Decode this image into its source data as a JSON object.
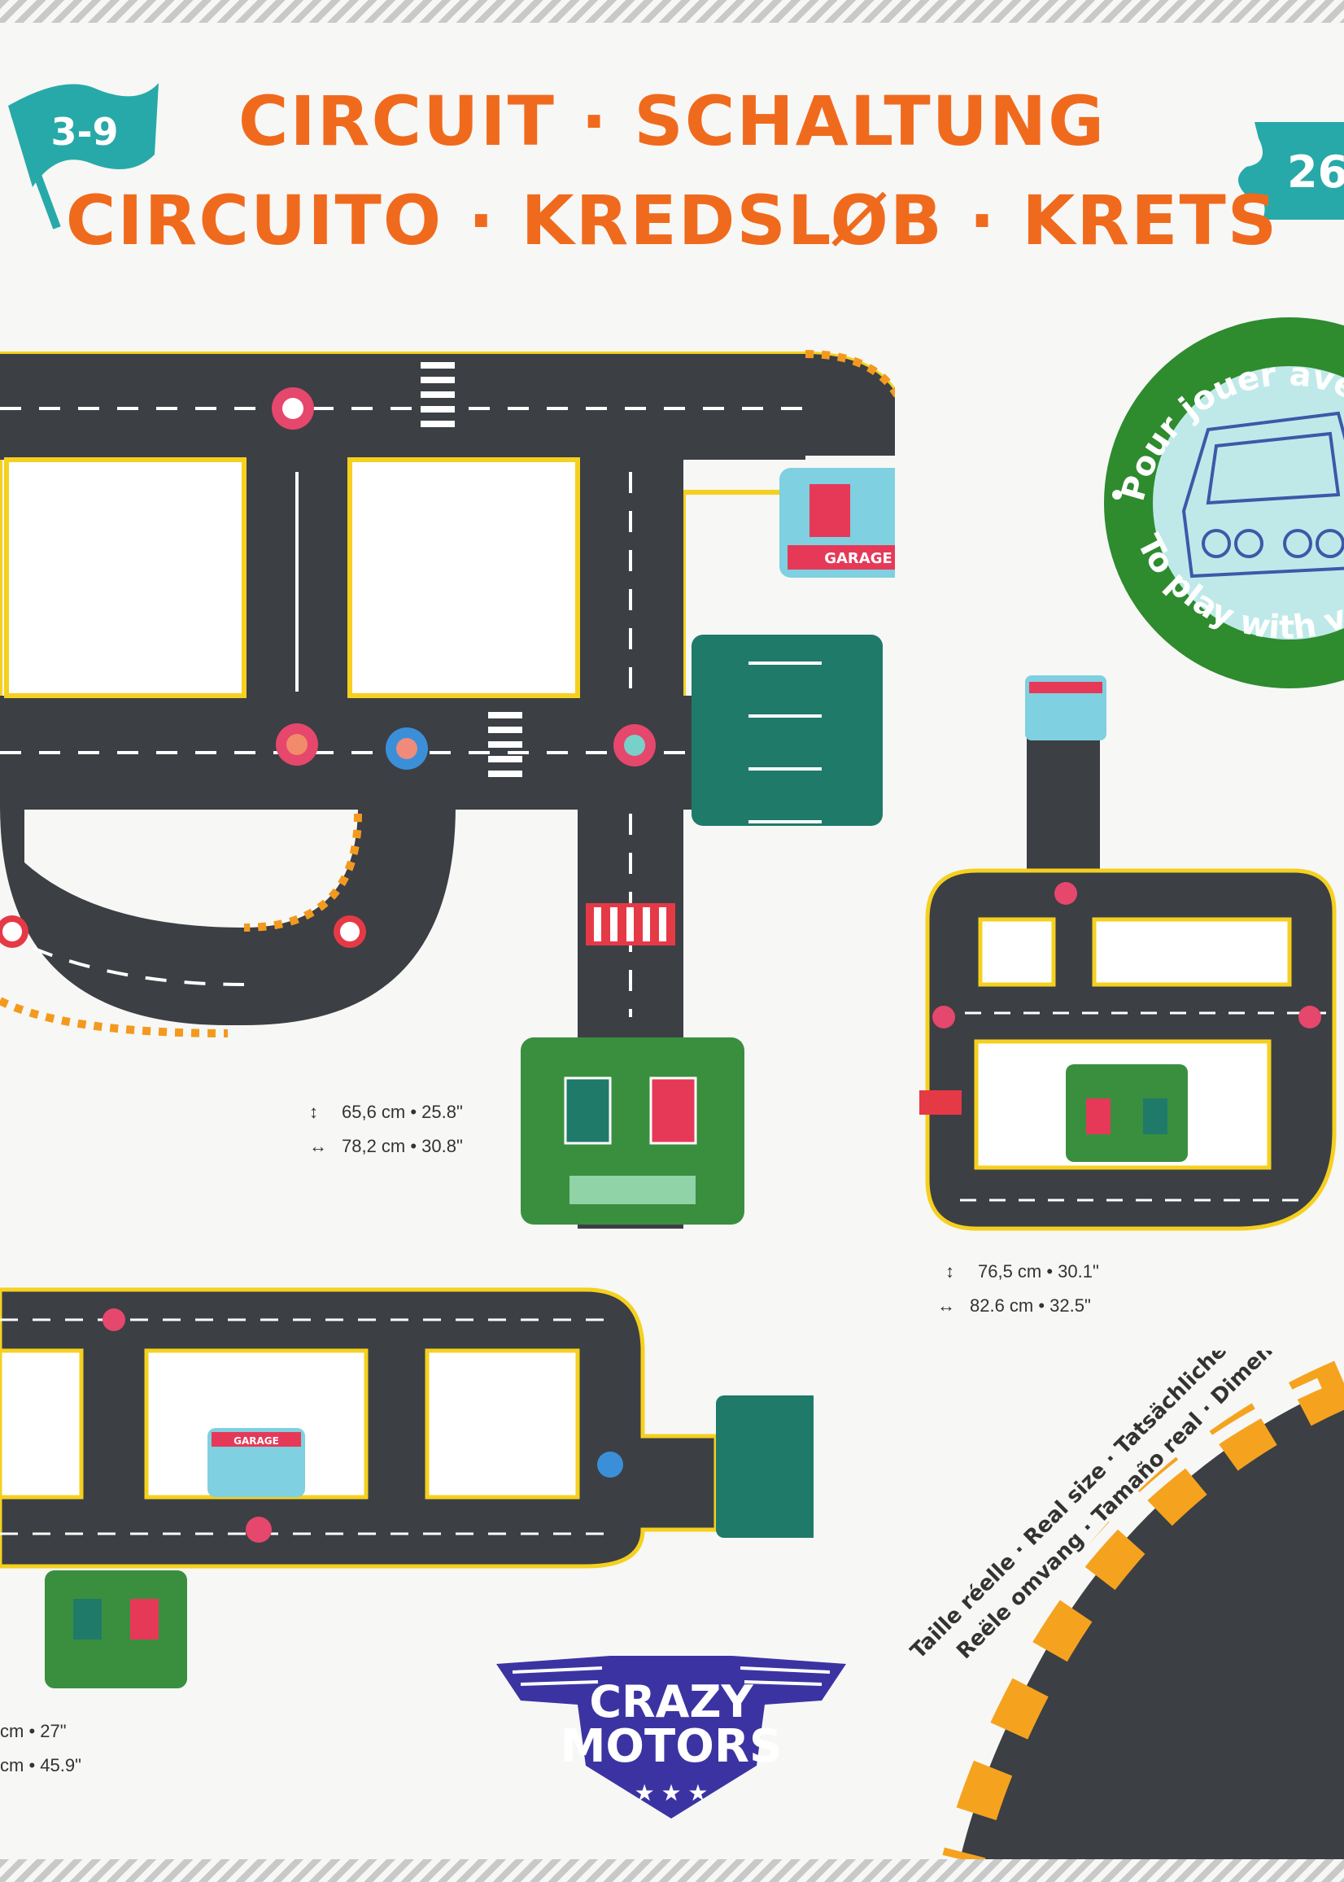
{
  "age_badge": "3-9",
  "pieces_badge": "26",
  "title_line1": "CIRCUIT · SCHALTUNG",
  "title_line2": "CIRCUITO · KREDSLØB · KRETS",
  "stamp": {
    "top_text": "Pour jouer avec t",
    "bottom_text": "To play with v"
  },
  "garage_label": "GARAGE",
  "circuits": [
    {
      "height": "65,6 cm • 25.8\"",
      "width": "78,2 cm • 30.8\""
    },
    {
      "height": "76,5 cm • 30.1\"",
      "width": "82.6 cm • 32.5\""
    },
    {
      "height": "cm • 27\"",
      "width": "cm • 45.9\""
    }
  ],
  "logo": {
    "line1": "CRAZY",
    "line2": "MOTORS"
  },
  "real_size": {
    "line1": "Taille réelle · Real size · Tatsächliche Größe",
    "line2": "Reële omvang · Tamaño real · Dimensione reale"
  },
  "colors": {
    "orange": "#f06a1d",
    "teal": "#27a9a9",
    "road": "#3c3f44",
    "yellow": "#f5d01e",
    "green": "#3a8f3f",
    "navy": "#3c33a3"
  }
}
